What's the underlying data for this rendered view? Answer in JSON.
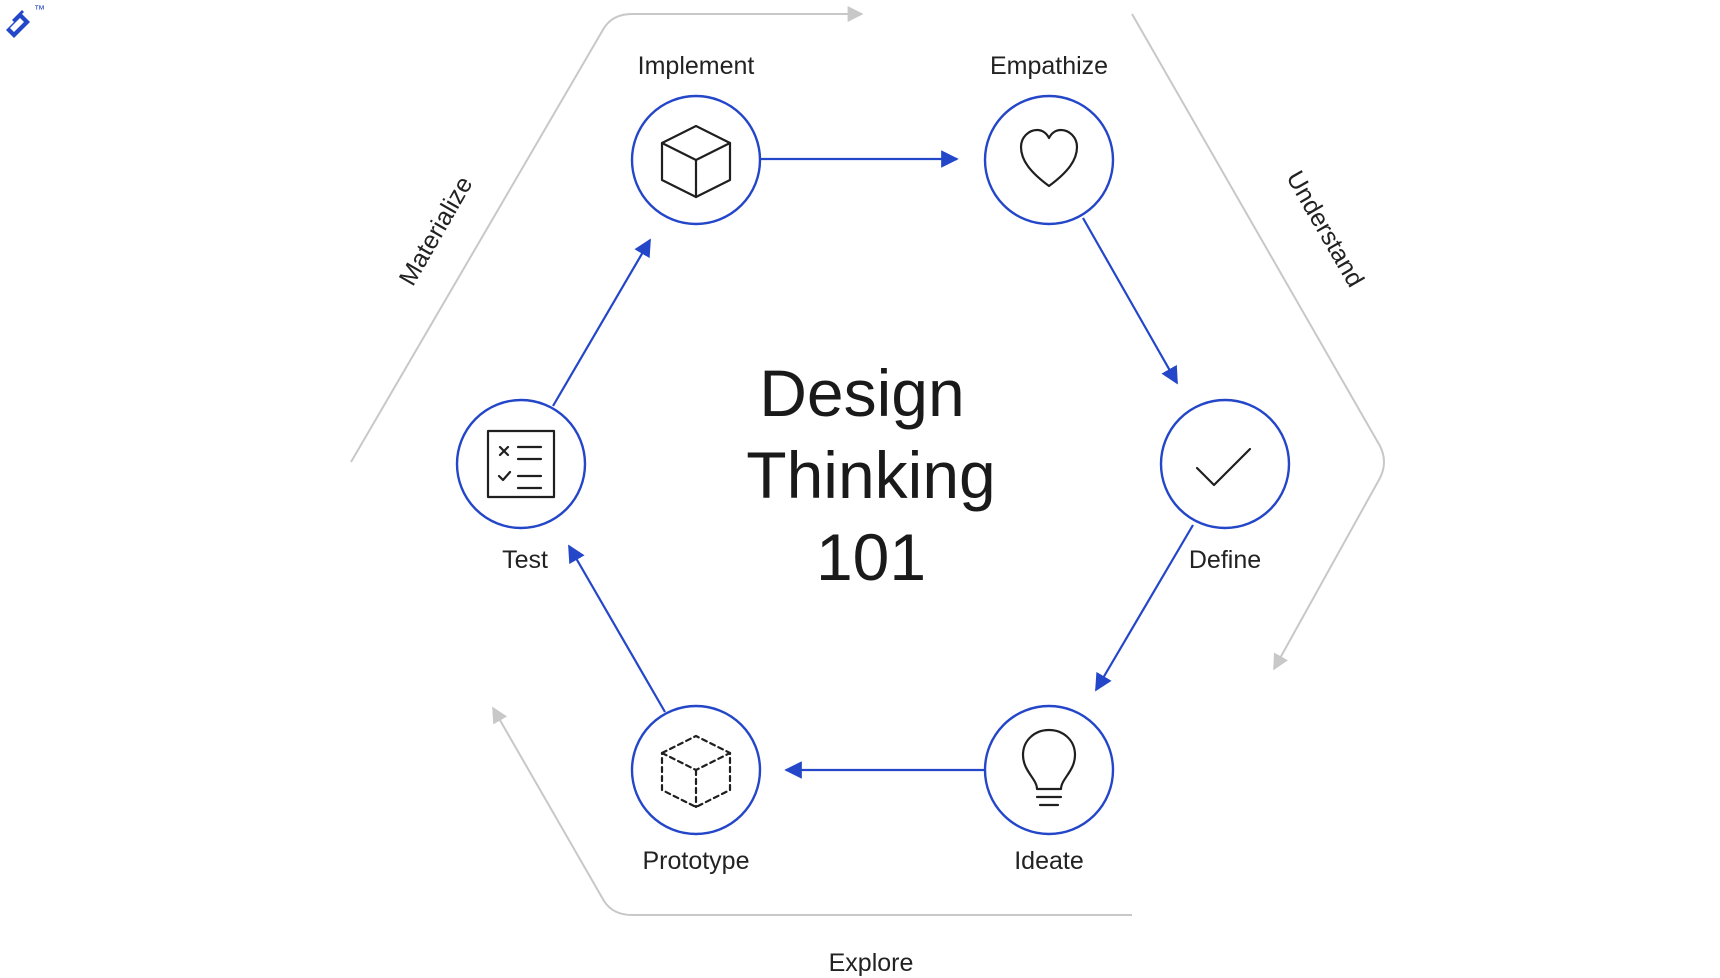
{
  "title": {
    "line1": "Design",
    "line2": "Thinking",
    "line3": "101"
  },
  "logo": {
    "trademark": "™",
    "icon": "toptal-logo-icon"
  },
  "nodes": [
    {
      "id": "implement",
      "label": "Implement",
      "icon": "cube-icon"
    },
    {
      "id": "empathize",
      "label": "Empathize",
      "icon": "heart-icon"
    },
    {
      "id": "define",
      "label": "Define",
      "icon": "checkmark-icon"
    },
    {
      "id": "ideate",
      "label": "Ideate",
      "icon": "lightbulb-icon"
    },
    {
      "id": "prototype",
      "label": "Prototype",
      "icon": "dashed-cube-icon"
    },
    {
      "id": "test",
      "label": "Test",
      "icon": "checklist-icon"
    }
  ],
  "phases": {
    "understand": "Understand",
    "explore": "Explore",
    "materialize": "Materialize"
  },
  "colors": {
    "accent": "#2446c8",
    "outer_arrow": "#c8c8c8",
    "text": "#222222"
  }
}
